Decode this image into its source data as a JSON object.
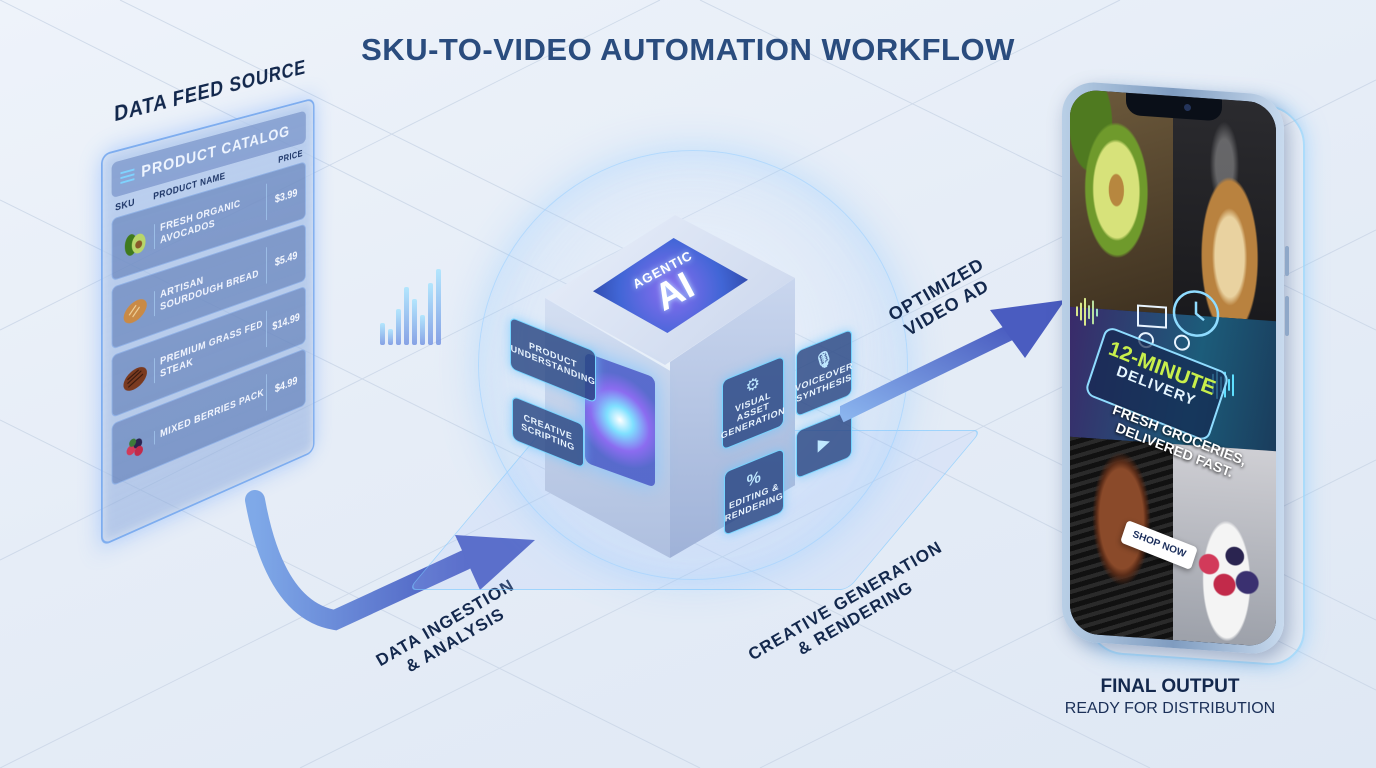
{
  "title": "SKU-TO-VIDEO AUTOMATION WORKFLOW",
  "colors": {
    "background": "#e6edf7",
    "title": "#2a4c7e",
    "label_dark": "#13284d",
    "arrow": "#4a5cc0",
    "glow": "#76d4ff",
    "accent_green": "#c8ef4b"
  },
  "data_feed": {
    "label": "DATA FEED SOURCE",
    "catalog": {
      "title": "PRODUCT CATALOG",
      "menu_icon": "hamburger-icon",
      "columns": [
        "SKU",
        "PRODUCT NAME",
        "PRICE"
      ],
      "rows": [
        {
          "icon": "avocado-icon",
          "emoji": "🥑",
          "name": "FRESH ORGANIC AVOCADOS",
          "price": "$3.99"
        },
        {
          "icon": "bread-icon",
          "emoji": "🍞",
          "name": "ARTISAN SOURDOUGH BREAD",
          "price": "$5.49"
        },
        {
          "icon": "steak-icon",
          "emoji": "🥩",
          "name": "PREMIUM GRASS FED STEAK",
          "price": "$14.99"
        },
        {
          "icon": "berries-icon",
          "emoji": "🫐",
          "name": "MIXED BERRIES PACK",
          "price": "$4.99"
        }
      ]
    }
  },
  "steps": {
    "ingestion": "DATA INGESTION & ANALYSIS",
    "ingestion_line1": "DATA INGESTION",
    "ingestion_line2": "& ANALYSIS",
    "creative_line1": "CREATIVE GENERATION",
    "creative_line2": "& RENDERING",
    "output_line1": "OPTIMIZED",
    "output_line2": "VIDEO AD"
  },
  "engine": {
    "chip_line1": "AGENTIC",
    "chip_line2": "AI",
    "modules": [
      {
        "id": "product-understanding",
        "label": "PRODUCT UNDERSTANDING",
        "icon": ""
      },
      {
        "id": "creative-scripting",
        "label": "CREATIVE SCRIPTING",
        "icon": ""
      },
      {
        "id": "visual-asset-generation",
        "label": "VISUAL ASSET GENERATION",
        "icon": "⚙"
      },
      {
        "id": "voiceover-synthesis",
        "label": "VOICEOVER SYNTHESIS",
        "icon": "🎙"
      },
      {
        "id": "video-camera",
        "label": "",
        "icon": "▶"
      },
      {
        "id": "editing-rendering",
        "label": "EDITING & RENDERING",
        "icon": "%"
      }
    ]
  },
  "phone_ad": {
    "badge_line1": "12-MINUTE",
    "badge_line2": "DELIVERY",
    "headline_line1": "FRESH GROCERIES,",
    "headline_line2": "DELIVERED FAST.",
    "cta": "SHOP NOW"
  },
  "final_output": {
    "title": "FINAL OUTPUT",
    "subtitle": "READY FOR DISTRIBUTION"
  }
}
